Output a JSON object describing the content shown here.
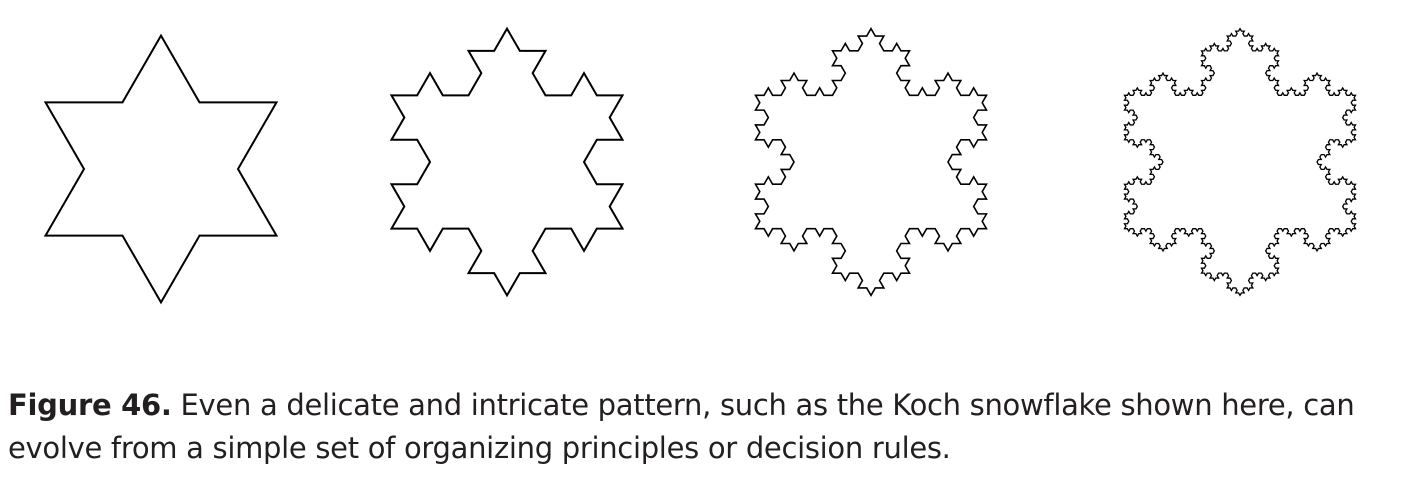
{
  "figure": {
    "label": "Figure 46.",
    "caption": "Even a delicate and intricate pattern, such as the Koch snowflake shown here, can evolve from a simple set of organizing principles or decision rules.",
    "stroke_color": "#000000",
    "background": "#ffffff",
    "snowflakes": [
      {
        "name": "koch-snowflake-stage-1",
        "iteration": 1
      },
      {
        "name": "koch-snowflake-stage-2",
        "iteration": 2
      },
      {
        "name": "koch-snowflake-stage-3",
        "iteration": 3
      },
      {
        "name": "koch-snowflake-stage-4",
        "iteration": 4
      }
    ]
  }
}
